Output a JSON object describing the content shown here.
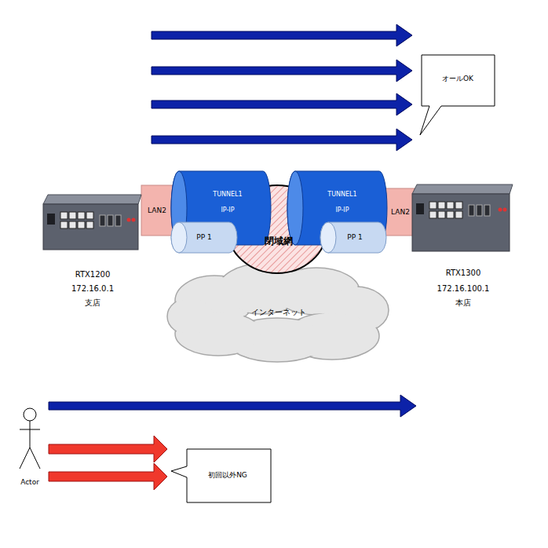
{
  "diagram": {
    "nodes": [
      {
        "text": [
          "オールOK"
        ]
      },
      {
        "text": [
          "RTX1200",
          "172.16.0.1",
          "支店"
        ]
      },
      {
        "text": [
          "LAN2"
        ]
      },
      {
        "text": [
          "TUNNEL1",
          "IP-IP"
        ]
      },
      {
        "text": [
          "PP 1"
        ]
      },
      {
        "text": [
          "閉域網"
        ]
      },
      {
        "text": [
          "TUNNEL1",
          "IP-IP"
        ]
      },
      {
        "text": [
          "PP 1"
        ]
      },
      {
        "text": [
          "LAN2"
        ]
      },
      {
        "text": [
          "RTX1300",
          "172.16.100.1",
          "本店"
        ]
      },
      {
        "text": [
          "インターネット"
        ]
      },
      {
        "text": [
          "Actor"
        ]
      },
      {
        "text": [
          "初回以外NG"
        ]
      }
    ]
  }
}
